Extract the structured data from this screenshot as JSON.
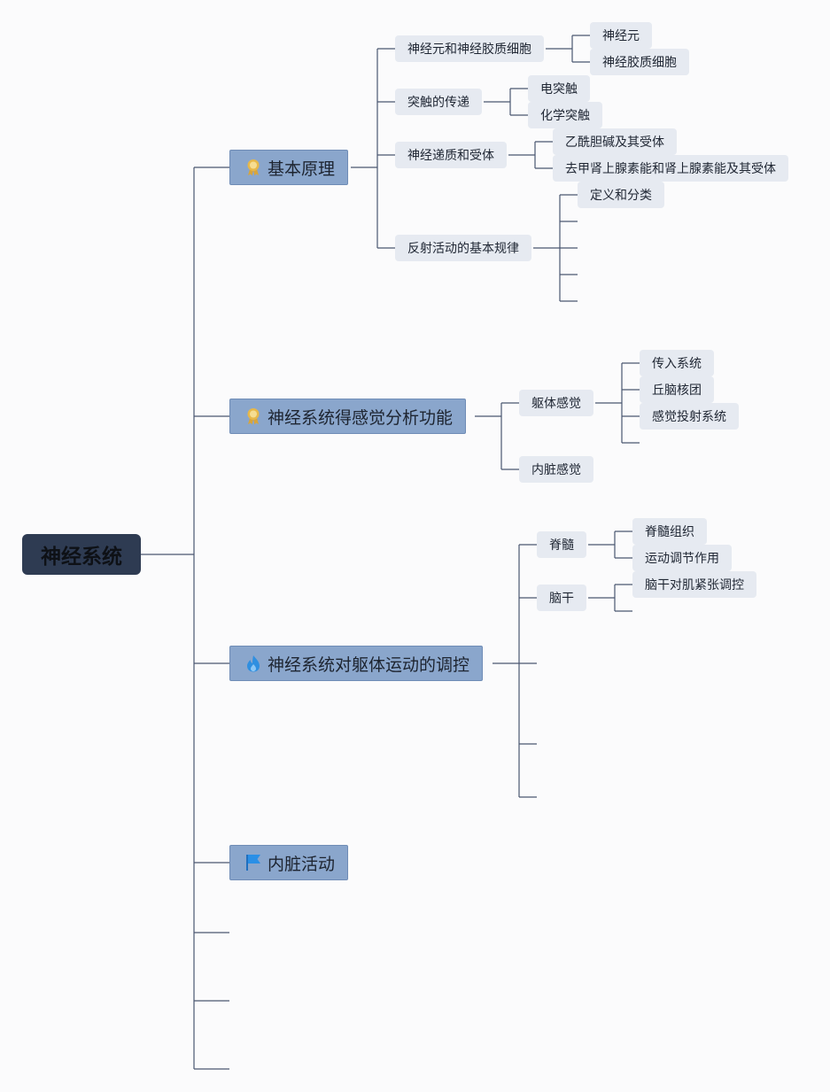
{
  "root": "神经系统",
  "branches": {
    "basic": {
      "title": "基本原理",
      "icon": "award-ribbon-icon",
      "children": {
        "neuron_glia": {
          "label": "神经元和神经胶质细胞",
          "items": [
            "神经元",
            "神经胶质细胞"
          ]
        },
        "synapse": {
          "label": "突触的传递",
          "items": [
            "电突触",
            "化学突触"
          ]
        },
        "transmitter": {
          "label": "神经递质和受体",
          "items": [
            "乙酰胆碱及其受体",
            "去甲肾上腺素能和肾上腺素能及其受体"
          ]
        },
        "reflex": {
          "label": "反射活动的基本规律",
          "items": [
            "定义和分类"
          ]
        }
      }
    },
    "sensory": {
      "title": "神经系统得感觉分析功能",
      "icon": "award-ribbon-icon",
      "children": {
        "somatic": {
          "label": "躯体感觉",
          "items": [
            "传入系统",
            "丘脑核团",
            "感觉投射系统"
          ]
        },
        "visceral": {
          "label": "内脏感觉"
        }
      }
    },
    "motor": {
      "title": "神经系统对躯体运动的调控",
      "icon": "fire-icon",
      "children": {
        "spinal": {
          "label": "脊髓",
          "items": [
            "脊髓组织",
            "运动调节作用"
          ]
        },
        "brainstem": {
          "label": "脑干",
          "items": [
            "脑干对肌紧张调控"
          ]
        }
      }
    },
    "visceral_activity": {
      "title": "内脏活动",
      "icon": "flag-icon"
    }
  },
  "colors": {
    "root_fill": "#2e3b52",
    "main_topic_fill": "#8aa6cc",
    "subtopic_fill": "#e6eaf1",
    "connector": "#4a5670",
    "award_icon": "#e7b84a",
    "fire_icon": "#2f8fe0",
    "flag_icon": "#2a8fe6"
  }
}
